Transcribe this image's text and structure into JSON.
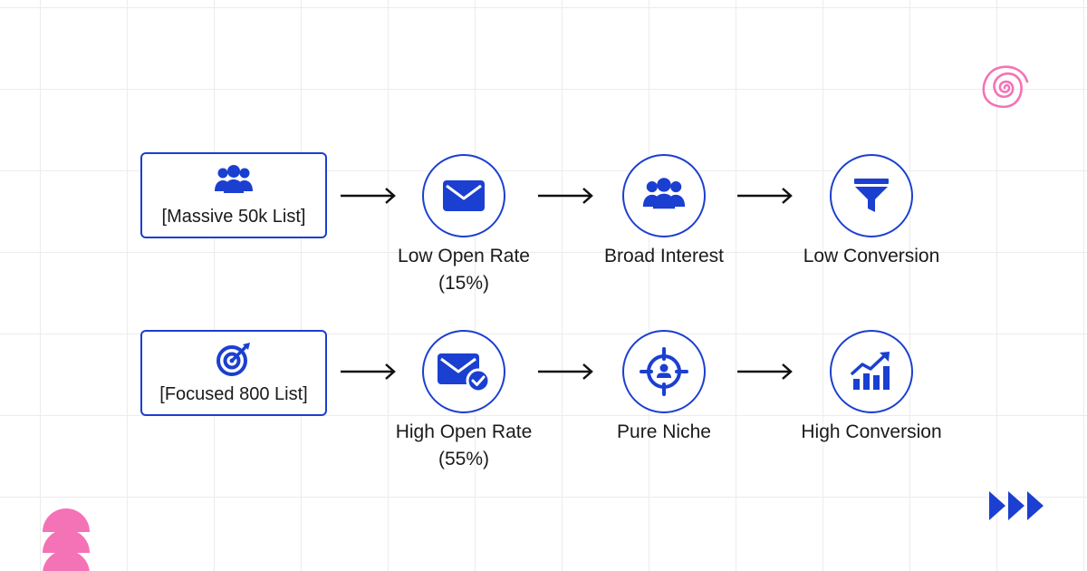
{
  "rows": [
    {
      "list_label": "[Massive 50k List]",
      "list_icon": "users-icon",
      "steps": [
        {
          "icon": "envelope-icon",
          "label": "Low Open Rate",
          "sublabel": "(15%)"
        },
        {
          "icon": "users-icon",
          "label": "Broad Interest",
          "sublabel": ""
        },
        {
          "icon": "funnel-icon",
          "label": "Low Conversion",
          "sublabel": ""
        }
      ]
    },
    {
      "list_label": "[Focused 800 List]",
      "list_icon": "target-icon",
      "steps": [
        {
          "icon": "envelope-check-icon",
          "label": "High Open Rate",
          "sublabel": "(55%)"
        },
        {
          "icon": "crosshair-user-icon",
          "label": "Pure Niche",
          "sublabel": ""
        },
        {
          "icon": "growth-chart-icon",
          "label": "High Conversion",
          "sublabel": ""
        }
      ]
    }
  ],
  "colors": {
    "primary_blue": "#1b3fd0",
    "accent_pink": "#f472b6",
    "grid": "#ececec",
    "text": "#1a1a1a"
  }
}
